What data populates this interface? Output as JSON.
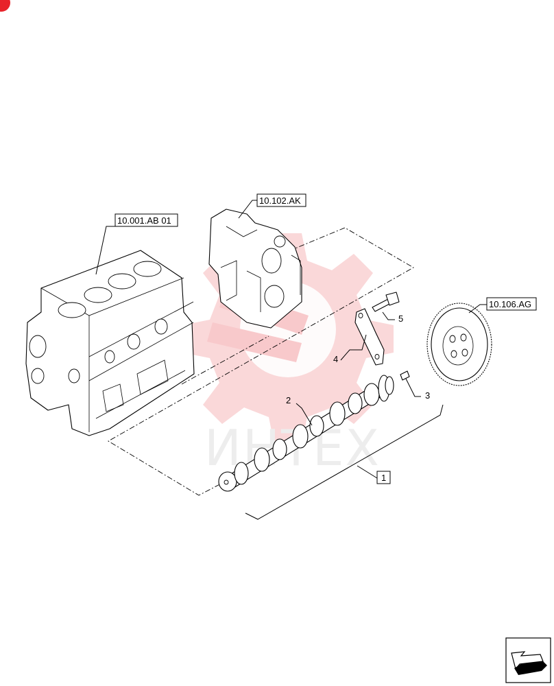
{
  "callouts": {
    "engine_block_ref": "10.001.AB 01",
    "timing_housing_ref": "10.102.AK",
    "camshaft_gear_ref": "10.106.AG",
    "assembly_number": "1",
    "camshaft_number": "2",
    "pin_number": "3",
    "thrust_plate_number": "4",
    "bolt_number": "5"
  },
  "watermark": {
    "text": "ИНТЕХ",
    "color": "#e8232a"
  },
  "icons": {
    "corner_logo": "red-logo-icon",
    "navigation": "next-page-arrow-icon"
  }
}
